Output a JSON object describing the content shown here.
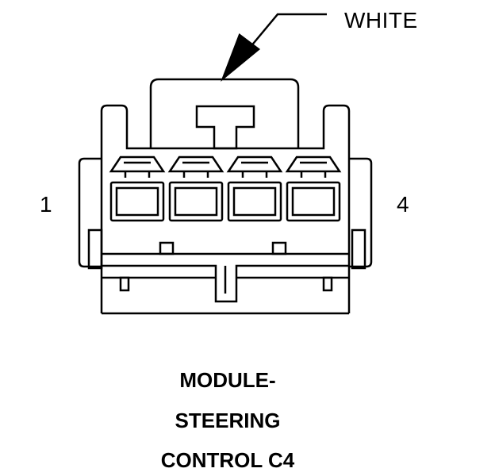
{
  "connector": {
    "color_label": "WHITE",
    "pin_first": "1",
    "pin_last": "4",
    "pin_count": 4,
    "title_lines": [
      "MODULE-",
      "STEERING",
      "CONTROL C4"
    ]
  },
  "colors": {
    "stroke": "#000000",
    "background": "#ffffff"
  }
}
